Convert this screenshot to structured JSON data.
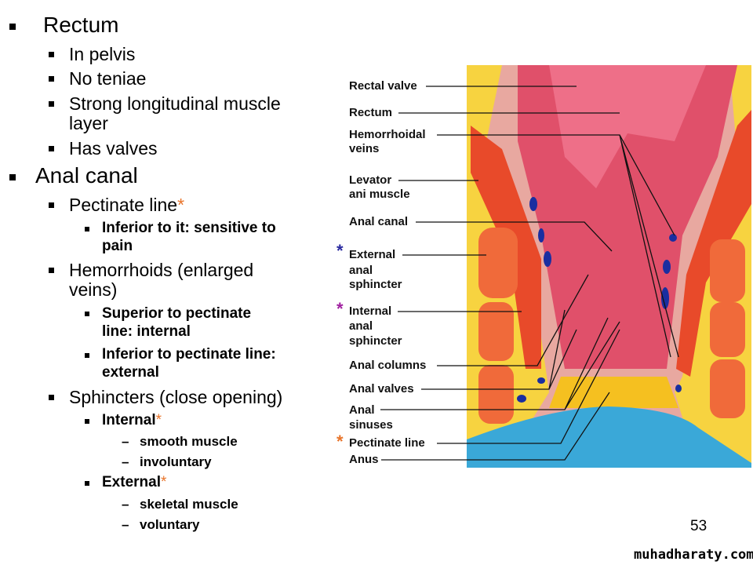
{
  "outline": {
    "rectum": {
      "title": "Rectum",
      "items": [
        "In pelvis",
        "No teniae",
        "Strong longitudinal muscle",
        "layer",
        "Has valves"
      ]
    },
    "anal_canal": {
      "title": "Anal canal",
      "pectinate": "Pectinate line",
      "star": "*",
      "pectinate_sub": [
        "Inferior to it: sensitive to",
        "pain"
      ],
      "hemorrhoids": [
        "Hemorrhoids (enlarged",
        "veins)"
      ],
      "hemorrhoids_sub": [
        "Superior to pectinate",
        "line: internal",
        "Inferior to pectinate line:",
        "external"
      ],
      "sphincters": "Sphincters (close opening)",
      "internal": "Internal",
      "internal_items": [
        "smooth muscle",
        "involuntary"
      ],
      "external": "External",
      "external_items": [
        "skeletal muscle",
        "voluntary"
      ],
      "dash": "–"
    }
  },
  "diagram_labels": {
    "rectal_valve": "Rectal valve",
    "rectum": "Rectum",
    "hemorrhoidal": [
      "Hemorrhoidal",
      "veins"
    ],
    "levator": [
      "Levator",
      "ani muscle"
    ],
    "anal_canal": "Anal canal",
    "external": [
      "External",
      "anal",
      "sphincter"
    ],
    "internal": [
      "Internal",
      "anal",
      "sphincter"
    ],
    "anal_columns": "Anal columns",
    "anal_valves": "Anal valves",
    "anal_sinuses": [
      "Anal",
      "sinuses"
    ],
    "pectinate": "Pectinate line",
    "anus": "Anus",
    "asterisk": "*"
  },
  "colors": {
    "star_external": "#2a2aa0",
    "star_internal": "#a020a0",
    "star_pectinate": "#e8742a"
  },
  "page_number": "53",
  "watermark": "muhadharaty.com"
}
